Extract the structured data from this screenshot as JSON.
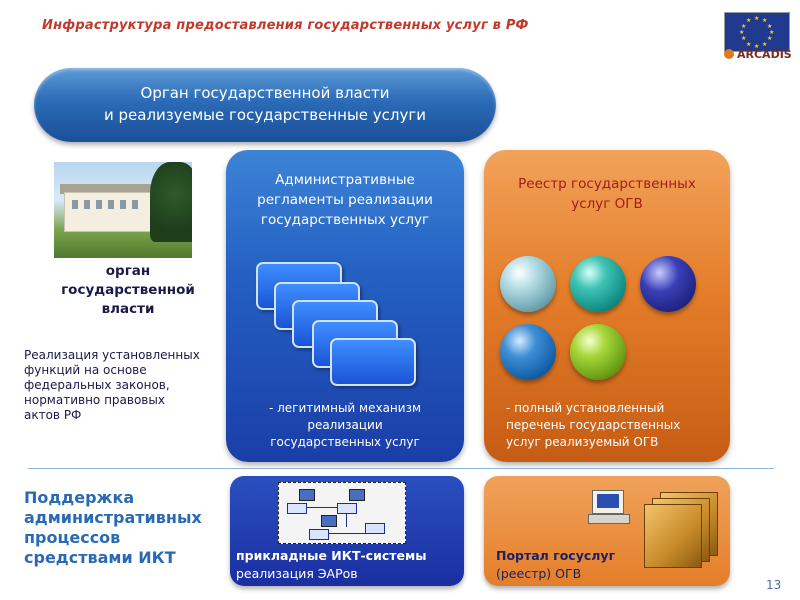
{
  "header": {
    "title": "Инфраструктура предоставления государственных услуг в РФ",
    "logo_text": "ARCADIS"
  },
  "banner": {
    "line1": "Орган государственной власти",
    "line2": "и реализуемые государственные услуги"
  },
  "left": {
    "label_line1": "орган",
    "label_line2": "государственной",
    "label_line3": "власти",
    "desc_lines": [
      "Реализация установленных",
      "функций на основе",
      "федеральных законов,",
      "нормативно правовых",
      "актов РФ"
    ]
  },
  "blue_panel": {
    "title_lines": [
      "Административные",
      "регламенты реализации",
      "государственных услуг"
    ],
    "note_lines": [
      "- легитимный механизм",
      "реализации",
      "государственных услуг"
    ]
  },
  "orange_panel": {
    "title_lines": [
      "Реестр государственных",
      "услуг ОГВ"
    ],
    "note_lines": [
      "- полный установленный",
      "перечень  государственных",
      "услуг реализуемый ОГВ"
    ]
  },
  "ikt": {
    "label_lines": [
      "Поддержка",
      "административных",
      "процессов",
      "средствами ИКТ"
    ],
    "blue_title": "прикладные ИКТ-системы",
    "blue_sub": "реализация ЭАРов",
    "orange_title": "Портал госуслуг",
    "orange_sub": "(реестр) ОГВ"
  },
  "page_number": "13",
  "colors": {
    "title_red": "#c0392b",
    "banner_blue": "#2b6bb7",
    "panel_blue": "#2460c2",
    "panel_orange": "#e47e2a",
    "ikt_label": "#2a6ab5"
  }
}
